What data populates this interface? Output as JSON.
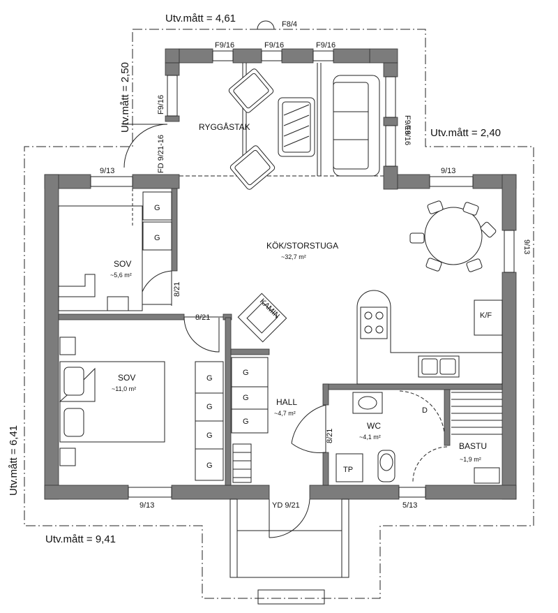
{
  "dimensions": {
    "top": "Utv.mått = 4,61",
    "top_fixture": "F8/4",
    "left_upper": "Utv.mått = 2,50",
    "right_upper": "Utv.mått = 2,40",
    "left_main": "Utv.mått = 6,41",
    "bottom": "Utv.mått = 9,41"
  },
  "rooms": {
    "ryggastak": {
      "name": "RYGGÅSTAK"
    },
    "kok": {
      "name": "KÖK/STORSTUGA",
      "area": "~32,7 m²"
    },
    "sov_small": {
      "name": "SOV",
      "area": "~5,6 m²"
    },
    "sov_large": {
      "name": "SOV",
      "area": "~11,0 m²"
    },
    "hall": {
      "name": "HALL",
      "area": "~4,7 m²"
    },
    "wc": {
      "name": "WC",
      "area": "~4,1 m²"
    },
    "bastu": {
      "name": "BASTU",
      "area": "~1,9 m²"
    }
  },
  "windows": {
    "top_a": "F9/16",
    "top_b": "F9/16",
    "top_c": "F9/16",
    "left_a": "F9/16",
    "left_door": "FD 9/21-16",
    "right_a": "F9/16",
    "right_b": "F9/16",
    "sov_top": "9/13",
    "kok_top": "9/13",
    "right_side": "9/13",
    "bottom_left": "9/13",
    "bottom_right": "5/13"
  },
  "doors": {
    "sov_small": "8/21",
    "sov_large": "8/21",
    "wc": "8/21",
    "entry": "YD 9/21"
  },
  "fixtures": {
    "garderob": "G",
    "kamin": "KAMIN",
    "kf": "K/F",
    "dusch": "D",
    "tp": "TP"
  }
}
